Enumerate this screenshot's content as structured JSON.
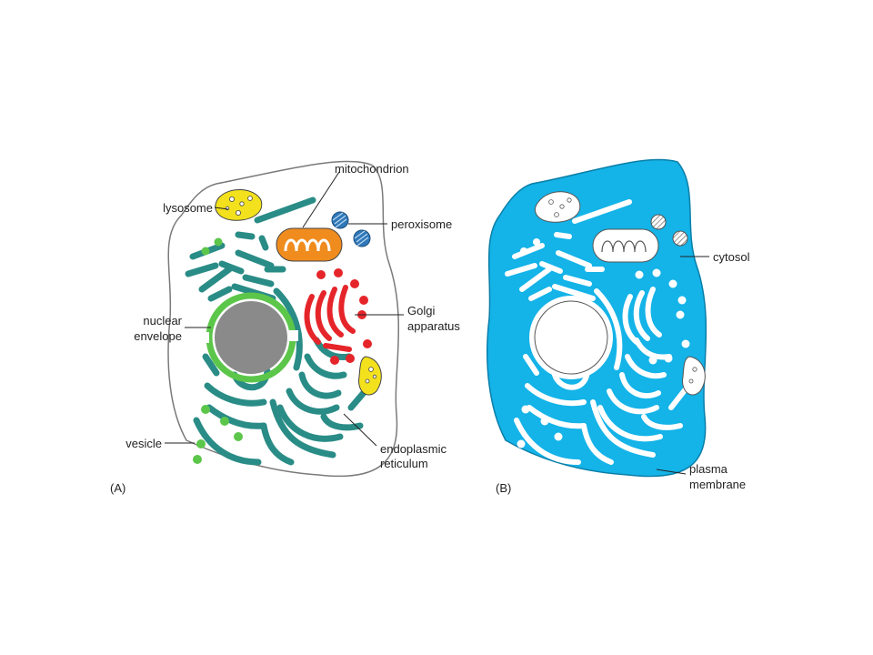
{
  "panels": [
    {
      "id": "A",
      "panel_label": "(A)",
      "labels": {
        "mitochondrion": "mitochondrion",
        "lysosome": "lysosome",
        "peroxisome": "peroxisome",
        "nuclear": "nuclear",
        "envelope": "envelope",
        "golgi": "Golgi",
        "apparatus": "apparatus",
        "vesicle": "vesicle",
        "endoplasmic": "endoplasmic",
        "reticulum": "reticulum"
      }
    },
    {
      "id": "B",
      "panel_label": "(B)",
      "labels": {
        "cytosol": "cytosol",
        "plasma": "plasma",
        "membrane": "membrane"
      }
    }
  ],
  "colors": {
    "er": "#2a8c86",
    "nucleus": "#8a8a8a",
    "nuclear_envelope": "#5cc64a",
    "golgi": "#e5252a",
    "mitochondrion": "#f08c1e",
    "lysosome": "#f2e11c",
    "peroxisome": "#2f78b9",
    "vesicle": "#5cc64a",
    "cytosol": "#14b3e8",
    "cell_outline": "#7a7a7a"
  }
}
